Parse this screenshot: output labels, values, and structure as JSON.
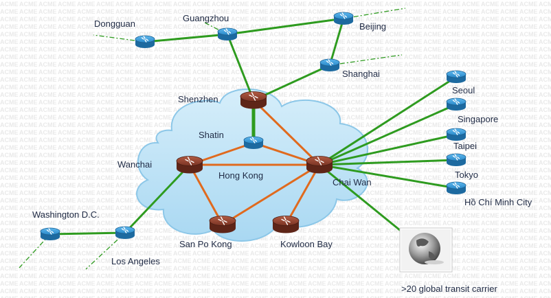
{
  "watermark": "ACME",
  "colors": {
    "green_link": "#2e9b1f",
    "orange_link": "#e06a1e",
    "cloud_fill": "#bfe3f6",
    "cloud_stroke": "#8cc7e8",
    "edge_router": "#2a89c9",
    "core_router": "#8a3d2a"
  },
  "nodes": {
    "dongguan": {
      "label": "Dongguan",
      "kind": "edge",
      "icon": "router-icon"
    },
    "guangzhou": {
      "label": "Guangzhou",
      "kind": "edge",
      "icon": "router-icon"
    },
    "beijing": {
      "label": "Beijing",
      "kind": "edge",
      "icon": "router-icon"
    },
    "shanghai": {
      "label": "Shanghai",
      "kind": "edge",
      "icon": "router-icon"
    },
    "shenzhen": {
      "label": "Shenzhen",
      "kind": "core",
      "icon": "core-router-icon"
    },
    "shatin": {
      "label": "Shatin",
      "kind": "edge",
      "icon": "router-icon"
    },
    "wanchai": {
      "label": "Wanchai",
      "kind": "core",
      "icon": "core-router-icon"
    },
    "hong_kong": {
      "label": "Hong Kong",
      "kind": "label-only"
    },
    "chai_wan": {
      "label": "Chai Wan",
      "kind": "core",
      "icon": "core-router-icon"
    },
    "san_po_kong": {
      "label": "San Po Kong",
      "kind": "core",
      "icon": "core-router-icon"
    },
    "kowloon_bay": {
      "label": "Kowloon Bay",
      "kind": "core",
      "icon": "core-router-icon"
    },
    "seoul": {
      "label": "Seoul",
      "kind": "edge",
      "icon": "router-icon"
    },
    "singapore": {
      "label": "Singapore",
      "kind": "edge",
      "icon": "router-icon"
    },
    "taipei": {
      "label": "Taipei",
      "kind": "edge",
      "icon": "router-icon"
    },
    "tokyo": {
      "label": "Tokyo",
      "kind": "edge",
      "icon": "router-icon"
    },
    "ho_chi_minh": {
      "label": "Hồ Chí Minh City",
      "kind": "edge",
      "icon": "router-icon"
    },
    "washington": {
      "label": "Washington D.C.",
      "kind": "edge",
      "icon": "router-icon"
    },
    "los_angeles": {
      "label": "Los Angeles",
      "kind": "edge",
      "icon": "router-icon"
    },
    "transit": {
      "label": ">20 global transit carrier",
      "kind": "globe",
      "icon": "globe-icon"
    }
  },
  "links": [
    {
      "from": "dongguan",
      "to": "guangzhou",
      "color": "green"
    },
    {
      "from": "guangzhou",
      "to": "beijing",
      "color": "green"
    },
    {
      "from": "beijing",
      "to": "shanghai",
      "color": "green"
    },
    {
      "from": "guangzhou",
      "to": "shenzhen",
      "color": "green"
    },
    {
      "from": "shanghai",
      "to": "shenzhen",
      "color": "green"
    },
    {
      "from": "shenzhen",
      "to": "shatin",
      "color": "green",
      "thick": true
    },
    {
      "from": "shenzhen",
      "to": "chai_wan",
      "color": "orange"
    },
    {
      "from": "shatin",
      "to": "wanchai",
      "color": "orange"
    },
    {
      "from": "shatin",
      "to": "chai_wan",
      "color": "orange"
    },
    {
      "from": "wanchai",
      "to": "chai_wan",
      "color": "orange"
    },
    {
      "from": "wanchai",
      "to": "san_po_kong",
      "color": "orange"
    },
    {
      "from": "chai_wan",
      "to": "san_po_kong",
      "color": "orange"
    },
    {
      "from": "chai_wan",
      "to": "kowloon_bay",
      "color": "orange"
    },
    {
      "from": "chai_wan",
      "to": "seoul",
      "color": "green"
    },
    {
      "from": "chai_wan",
      "to": "singapore",
      "color": "green"
    },
    {
      "from": "chai_wan",
      "to": "taipei",
      "color": "green"
    },
    {
      "from": "chai_wan",
      "to": "tokyo",
      "color": "green"
    },
    {
      "from": "chai_wan",
      "to": "ho_chi_minh",
      "color": "green"
    },
    {
      "from": "chai_wan",
      "to": "transit",
      "color": "green"
    },
    {
      "from": "wanchai",
      "to": "los_angeles",
      "color": "green"
    },
    {
      "from": "washington",
      "to": "los_angeles",
      "color": "green"
    }
  ],
  "dashed_links": [
    {
      "from": "dongguan",
      "dir": "west"
    },
    {
      "from": "guangzhou",
      "dir": "north-west"
    },
    {
      "from": "beijing",
      "dir": "east"
    },
    {
      "from": "shanghai",
      "dir": "east"
    },
    {
      "from": "washington",
      "dir": "south-west"
    },
    {
      "from": "los_angeles",
      "dir": "south-west"
    }
  ]
}
